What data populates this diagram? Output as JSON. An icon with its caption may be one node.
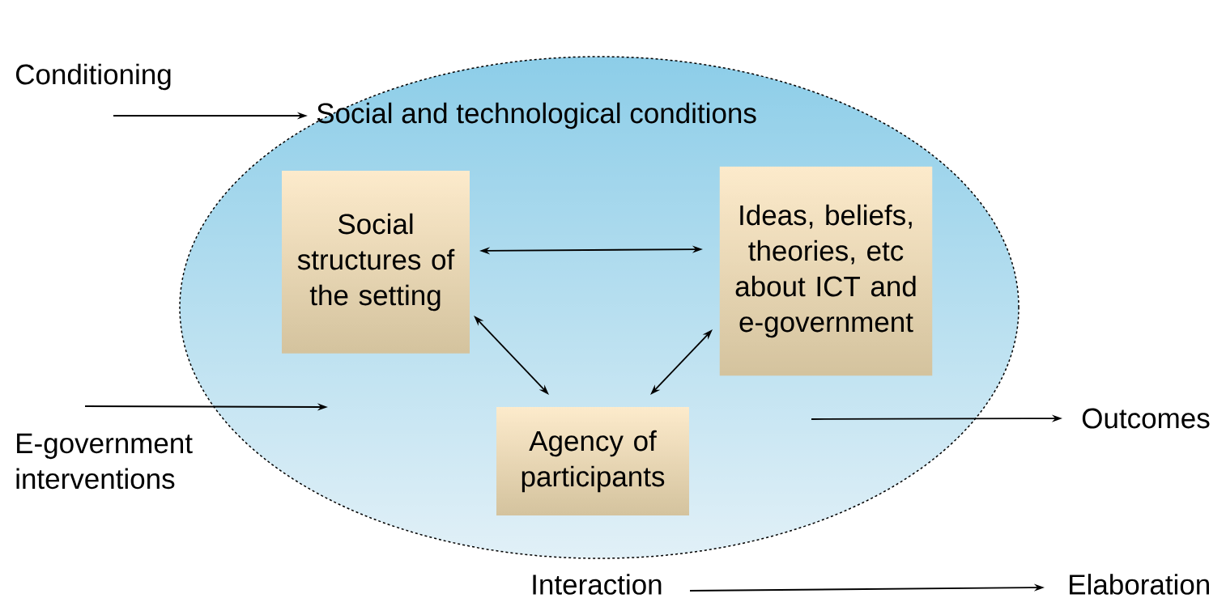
{
  "diagram": {
    "nodes": [
      {
        "text": [],
        "shape": "ellipse"
      },
      {
        "text": [
          "Social and technological conditions"
        ],
        "in": 0
      },
      {
        "text": [
          "Social structures of the setting"
        ],
        "in": 0
      },
      {
        "text": [
          "Ideas, beliefs, theories, etc about ICT and e-government"
        ],
        "in": 0
      },
      {
        "text": [
          "Agency of participants"
        ],
        "in": 0
      },
      {
        "text": [
          "Conditioning"
        ]
      },
      {
        "text": [
          "E-government interventions"
        ]
      },
      {
        "text": [
          "Outcomes"
        ]
      },
      {
        "text": [
          "Interaction"
        ]
      },
      {
        "text": [
          "Elaboration"
        ]
      }
    ],
    "edges": [
      {
        "from": 2,
        "to": 3,
        "arrow": "both"
      },
      {
        "from": 2,
        "to": 4,
        "arrow": "both"
      },
      {
        "from": 3,
        "to": 4,
        "arrow": "both"
      },
      {
        "from": 5,
        "to": 1,
        "arrow": "to"
      },
      {
        "from": 6,
        "to": null,
        "arrow": "to"
      },
      {
        "from": null,
        "to": 7,
        "arrow": "to"
      },
      {
        "from": 8,
        "to": 9,
        "arrow": "to"
      }
    ]
  }
}
